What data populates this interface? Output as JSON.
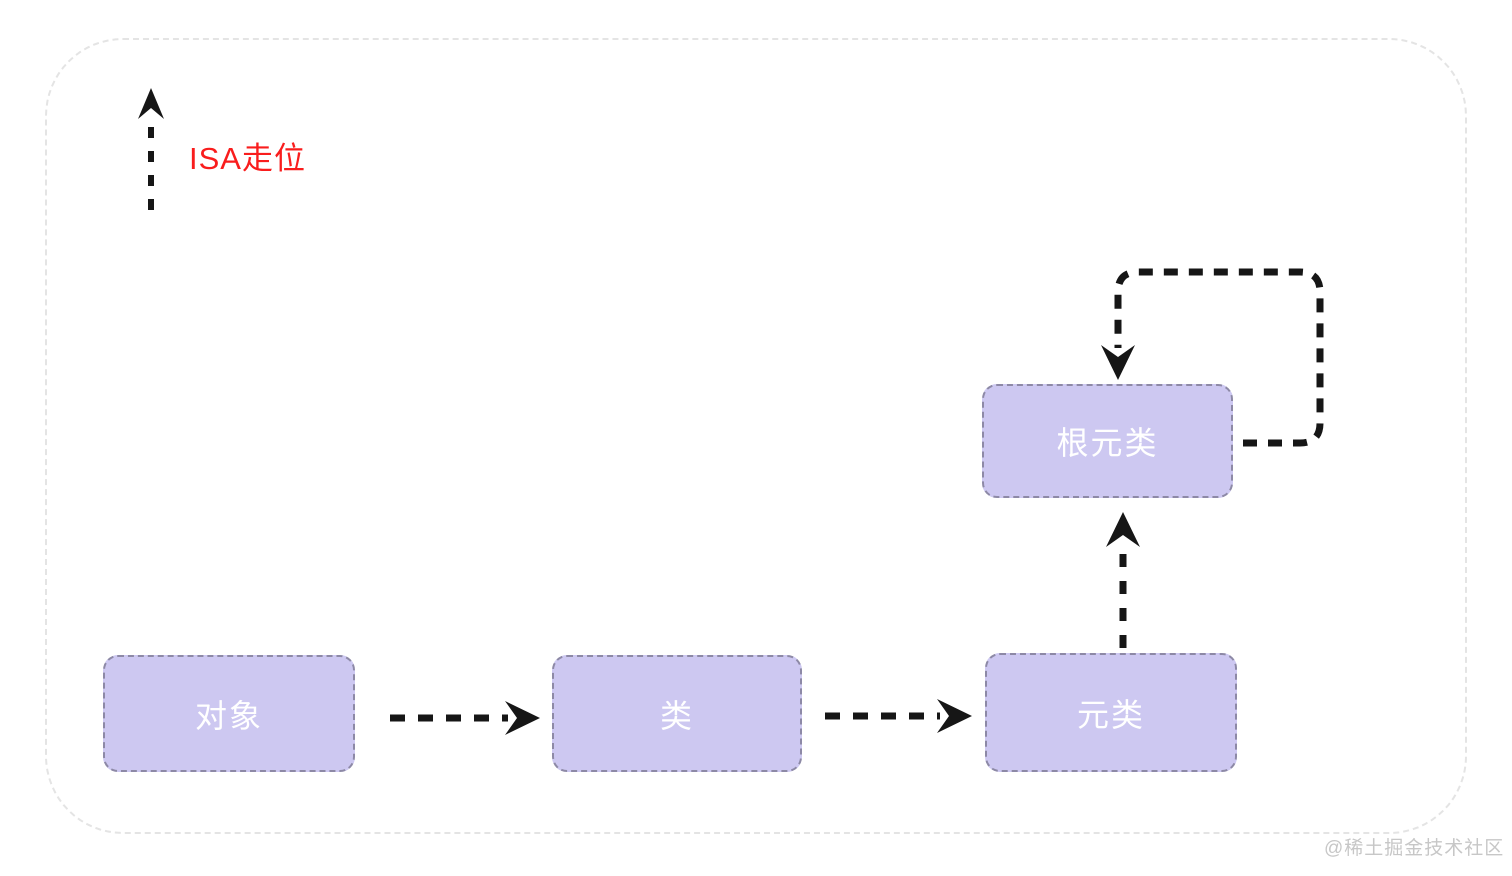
{
  "colors": {
    "canvas_bg": "#ffffff",
    "outer_border": "#e4e4e4",
    "node_fill": "#cdc8f1",
    "node_border": "#8d89a6",
    "node_text": "#ffffff",
    "arrow_color": "#161616",
    "legend_color": "#f91d1d",
    "watermark_color": "#c7c7c7"
  },
  "legend": {
    "label": "ISA走位"
  },
  "diagram": {
    "nodes": [
      {
        "id": "object",
        "label": "对象"
      },
      {
        "id": "class",
        "label": "类"
      },
      {
        "id": "metaclass",
        "label": "元类"
      },
      {
        "id": "root-metaclass",
        "label": "根元类"
      }
    ],
    "edges": [
      {
        "from": "object",
        "to": "class",
        "relation": "isa",
        "style": "dashed-arrow"
      },
      {
        "from": "class",
        "to": "metaclass",
        "relation": "isa",
        "style": "dashed-arrow"
      },
      {
        "from": "metaclass",
        "to": "root-metaclass",
        "relation": "isa",
        "style": "dashed-arrow"
      },
      {
        "from": "root-metaclass",
        "to": "root-metaclass",
        "relation": "isa",
        "style": "dashed-self-loop"
      }
    ]
  },
  "watermark": {
    "text": "@稀土掘金技术社区"
  }
}
